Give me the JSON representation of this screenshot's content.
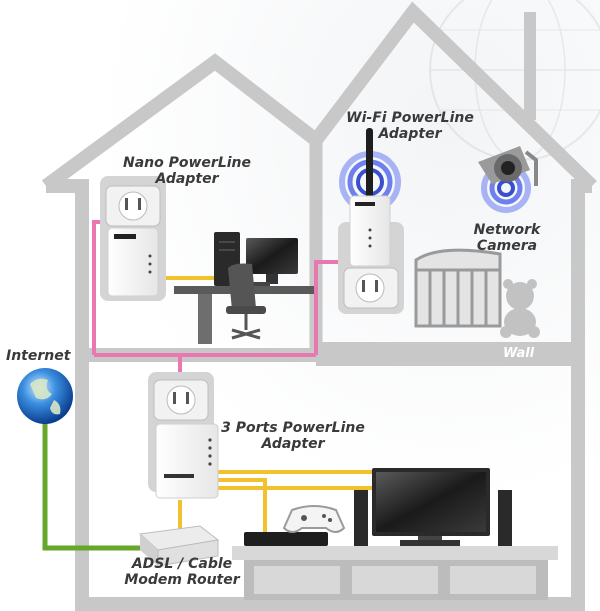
{
  "labels": {
    "nano": [
      "Nano PowerLine",
      "Adapter"
    ],
    "wifi": [
      "Wi-Fi PowerLine",
      "Adapter"
    ],
    "camera": [
      "Network",
      "Camera"
    ],
    "three_ports": [
      "3 Ports PowerLine",
      "Adapter"
    ],
    "modem": [
      "ADSL / Cable",
      "Modem Router"
    ],
    "internet": "Internet",
    "wall": "Wall"
  },
  "colors": {
    "house": "#c8c8c8",
    "powerline": "#e879b0",
    "ethernet": "#f2c12e",
    "internet_line": "#66a62a",
    "wifi_signal": "#3a4fd0"
  },
  "icons": {
    "globe": "globe-icon",
    "camera": "network-camera-icon",
    "gamepad": "game-controller-icon"
  }
}
